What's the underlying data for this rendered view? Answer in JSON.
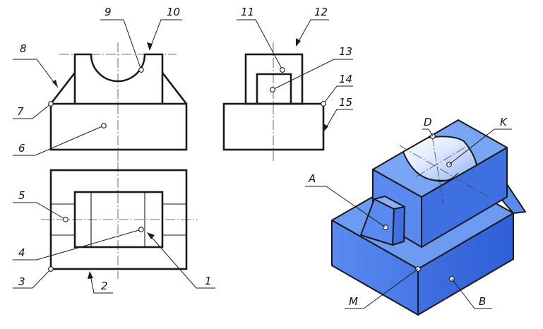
{
  "labels": {
    "n1": "1",
    "n2": "2",
    "n3": "3",
    "n4": "4",
    "n5": "5",
    "n6": "6",
    "n7": "7",
    "n8": "8",
    "n9": "9",
    "n10": "10",
    "n11": "11",
    "n12": "12",
    "n13": "13",
    "n14": "14",
    "n15": "15",
    "A": "A",
    "B": "B",
    "D": "D",
    "K": "K",
    "M": "M"
  },
  "colors": {
    "iso_top": "#5d8ff0",
    "iso_side_light": "#6f9df3",
    "iso_side_dark": "#3f6fe0",
    "iso_cut_light": "#e8f0ff",
    "iso_cut_mid": "#a9c3f7"
  }
}
